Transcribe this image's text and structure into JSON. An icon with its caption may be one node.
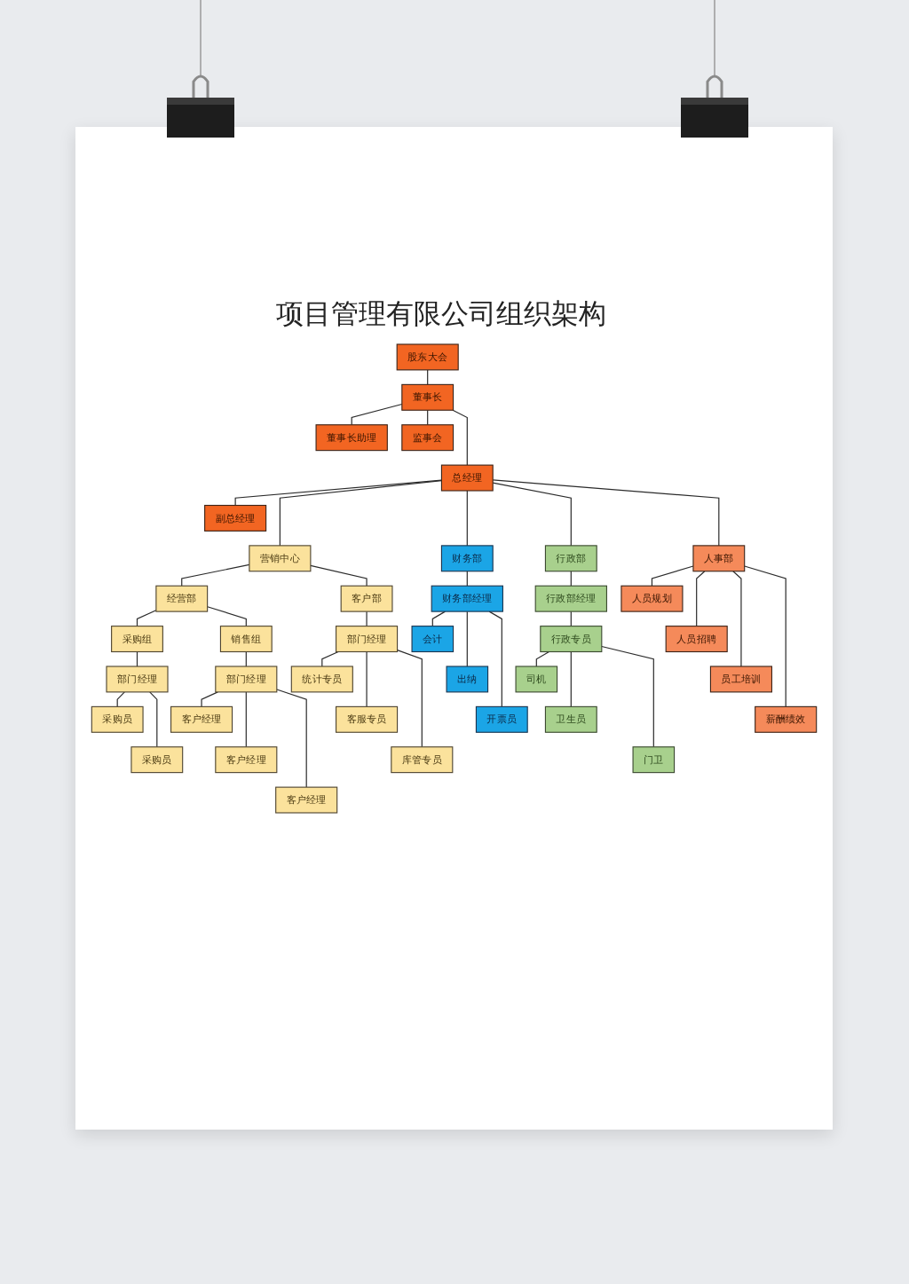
{
  "diagram": {
    "title": "项目管理有限公司组织架构",
    "nodes": [
      {
        "text": [
          "股东大会"
        ]
      },
      {
        "text": [
          "董事长"
        ]
      },
      {
        "text": [
          "董事长助理"
        ]
      },
      {
        "text": [
          "监事会"
        ]
      },
      {
        "text": [
          "总经理"
        ]
      },
      {
        "text": [
          "副总经理"
        ]
      },
      {
        "text": [
          "营销中心"
        ]
      },
      {
        "text": [
          "财务部"
        ]
      },
      {
        "text": [
          "行政部"
        ]
      },
      {
        "text": [
          "人事部"
        ]
      },
      {
        "text": [
          "经营部"
        ]
      },
      {
        "text": [
          "客户部"
        ]
      },
      {
        "text": [
          "财务部经理"
        ]
      },
      {
        "text": [
          "行政部经理"
        ]
      },
      {
        "text": [
          "人员规划"
        ]
      },
      {
        "text": [
          "采购组"
        ]
      },
      {
        "text": [
          "销售组"
        ]
      },
      {
        "text": [
          "部门经理"
        ]
      },
      {
        "text": [
          "会计"
        ]
      },
      {
        "text": [
          "行政专员"
        ]
      },
      {
        "text": [
          "人员招聘"
        ]
      },
      {
        "text": [
          "部门经理"
        ]
      },
      {
        "text": [
          "部门经理"
        ]
      },
      {
        "text": [
          "统计专员"
        ]
      },
      {
        "text": [
          "出纳"
        ]
      },
      {
        "text": [
          "司机"
        ]
      },
      {
        "text": [
          "员工培训"
        ]
      },
      {
        "text": [
          "采购员"
        ]
      },
      {
        "text": [
          "客户经理"
        ]
      },
      {
        "text": [
          "客服专员"
        ]
      },
      {
        "text": [
          "开票员"
        ]
      },
      {
        "text": [
          "卫生员"
        ]
      },
      {
        "text": [
          "薪酬绩效"
        ]
      },
      {
        "text": [
          "采购员"
        ]
      },
      {
        "text": [
          "客户经理"
        ]
      },
      {
        "text": [
          "库管专员"
        ]
      },
      {
        "text": [
          "门卫"
        ]
      },
      {
        "text": [
          "客户经理"
        ]
      }
    ],
    "edges": [
      {
        "from": 0,
        "to": 1,
        "arrow": "none"
      },
      {
        "from": 1,
        "to": 2,
        "arrow": "none"
      },
      {
        "from": 1,
        "to": 3,
        "arrow": "none"
      },
      {
        "from": 1,
        "to": 4,
        "arrow": "none"
      },
      {
        "from": 4,
        "to": 5,
        "arrow": "none"
      },
      {
        "from": 4,
        "to": 6,
        "arrow": "none"
      },
      {
        "from": 4,
        "to": 7,
        "arrow": "none"
      },
      {
        "from": 4,
        "to": 8,
        "arrow": "none"
      },
      {
        "from": 4,
        "to": 9,
        "arrow": "none"
      },
      {
        "from": 6,
        "to": 10,
        "arrow": "none"
      },
      {
        "from": 6,
        "to": 11,
        "arrow": "none"
      },
      {
        "from": 7,
        "to": 12,
        "arrow": "none"
      },
      {
        "from": 8,
        "to": 13,
        "arrow": "none"
      },
      {
        "from": 9,
        "to": 14,
        "arrow": "none"
      },
      {
        "from": 9,
        "to": 20,
        "arrow": "none"
      },
      {
        "from": 9,
        "to": 26,
        "arrow": "none"
      },
      {
        "from": 9,
        "to": 32,
        "arrow": "none"
      },
      {
        "from": 10,
        "to": 15,
        "arrow": "none"
      },
      {
        "from": 10,
        "to": 16,
        "arrow": "none"
      },
      {
        "from": 11,
        "to": 17,
        "arrow": "none"
      },
      {
        "from": 12,
        "to": 18,
        "arrow": "none"
      },
      {
        "from": 12,
        "to": 24,
        "arrow": "none"
      },
      {
        "from": 12,
        "to": 30,
        "arrow": "none"
      },
      {
        "from": 13,
        "to": 19,
        "arrow": "none"
      },
      {
        "from": 15,
        "to": 21,
        "arrow": "none"
      },
      {
        "from": 16,
        "to": 22,
        "arrow": "none"
      },
      {
        "from": 17,
        "to": 23,
        "arrow": "none"
      },
      {
        "from": 17,
        "to": 29,
        "arrow": "none"
      },
      {
        "from": 17,
        "to": 35,
        "arrow": "none"
      },
      {
        "from": 19,
        "to": 25,
        "arrow": "none"
      },
      {
        "from": 19,
        "to": 31,
        "arrow": "none"
      },
      {
        "from": 19,
        "to": 36,
        "arrow": "none"
      },
      {
        "from": 21,
        "to": 27,
        "arrow": "none"
      },
      {
        "from": 21,
        "to": 33,
        "arrow": "none"
      },
      {
        "from": 22,
        "to": 28,
        "arrow": "none"
      },
      {
        "from": 22,
        "to": 34,
        "arrow": "none"
      },
      {
        "from": 22,
        "to": 37,
        "arrow": "none"
      }
    ]
  }
}
